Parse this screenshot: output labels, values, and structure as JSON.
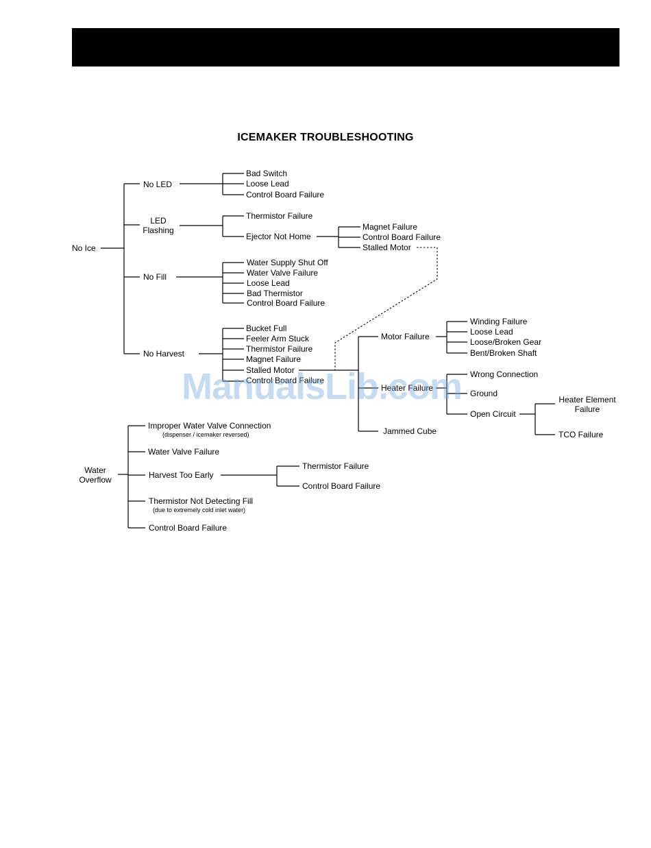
{
  "watermark": "ManualsLib.com",
  "title": "ICEMAKER TROUBLESHOOTING",
  "no_ice": {
    "label": "No Ice",
    "no_led": {
      "label": "No LED",
      "causes": [
        "Bad Switch",
        "Loose Lead",
        "Control Board Failure"
      ]
    },
    "led_flashing": {
      "label": "LED Flashing",
      "thermistor": "Thermistor Failure",
      "ejector": {
        "label": "Ejector Not Home",
        "causes": [
          "Magnet Failure",
          "Control Board Failure",
          "Stalled Motor"
        ]
      }
    },
    "no_fill": {
      "label": "No Fill",
      "causes": [
        "Water Supply Shut Off",
        "Water Valve Failure",
        "Loose Lead",
        "Bad Thermistor",
        "Control Board Failure"
      ]
    },
    "no_harvest": {
      "label": "No Harvest",
      "causes": [
        "Bucket Full",
        "Feeler Arm Stuck",
        "Thermistor Failure",
        "Magnet Failure",
        "Stalled Motor",
        "Control Board Failure"
      ],
      "motor_failure": {
        "label": "Motor Failure",
        "causes": [
          "Winding Failure",
          "Loose Lead",
          "Loose/Broken Gear",
          "Bent/Broken Shaft"
        ]
      },
      "heater_failure": {
        "label": "Heater Failure",
        "wrong_connection": "Wrong Connection",
        "ground": "Ground",
        "open_circuit": {
          "label": "Open Circuit",
          "causes": [
            "Heater Element Failure",
            "TCO Failure"
          ]
        }
      },
      "jammed_cube": "Jammed Cube"
    }
  },
  "water_overflow": {
    "label": "Water Overflow",
    "improper_connection": {
      "label": "Improper Water Valve Connection",
      "note": "(dispenser / icemaker reversed)"
    },
    "valve_failure": "Water Valve Failure",
    "harvest_too_early": {
      "label": "Harvest Too Early",
      "causes": [
        "Thermistor Failure",
        "Control Board Failure"
      ]
    },
    "thermistor_not_detecting": {
      "label": "Thermistor Not Detecting Fill",
      "note": "(due to extremely cold inlet water)"
    },
    "control_board": "Control Board Failure"
  }
}
